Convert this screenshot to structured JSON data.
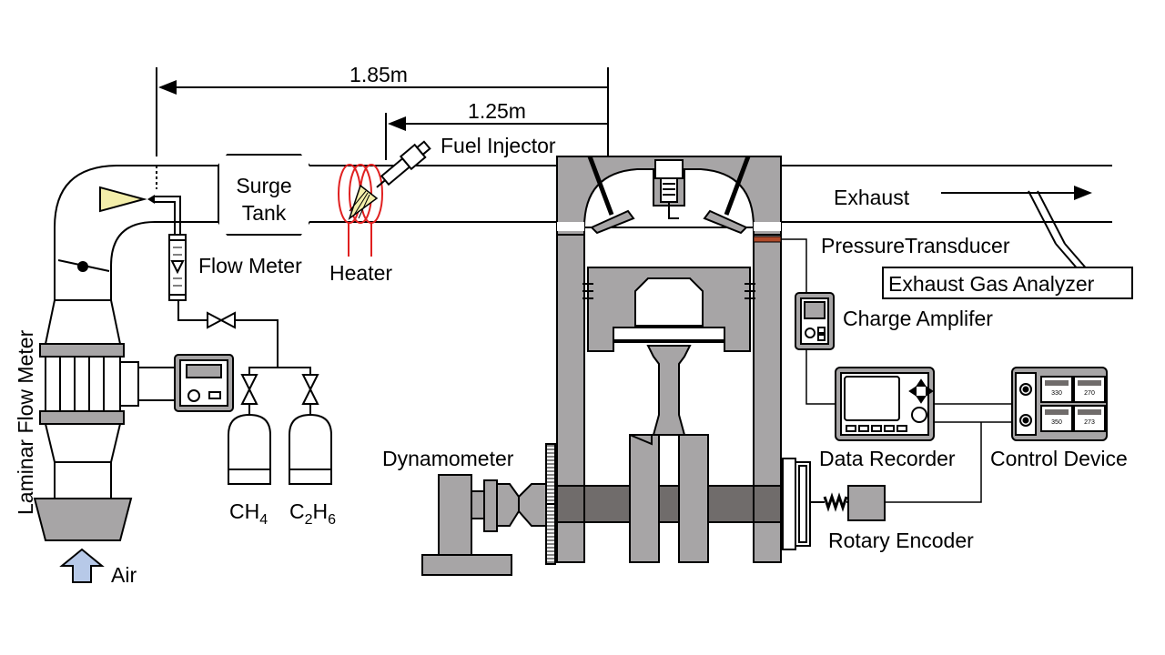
{
  "dimensions": {
    "overall": "1.85m",
    "injector_offset": "1.25m"
  },
  "labels": {
    "fuel_injector": "Fuel Injector",
    "surge_tank_line1": "Surge",
    "surge_tank_line2": "Tank",
    "heater": "Heater",
    "flow_meter": "Flow Meter",
    "laminar_flow_meter": "Laminar Flow Meter",
    "air": "Air",
    "ch4_base": "CH",
    "ch4_sub": "4",
    "c2h6_c": "C",
    "c2h6_sub1": "2",
    "c2h6_h": "H",
    "c2h6_sub2": "6",
    "exhaust": "Exhaust",
    "pressure_transducer": "PressureTransducer",
    "exhaust_gas_analyzer": "Exhaust Gas Analyzer",
    "charge_amplifier": "Charge Amplifer",
    "data_recorder": "Data Recorder",
    "control_device": "Control Device",
    "dynamometer": "Dynamometer",
    "rotary_encoder": "Rotary Encoder"
  },
  "control_device_readouts": [
    "330",
    "270",
    "350",
    "273"
  ],
  "colors": {
    "engine_gray": "#a7a5a6",
    "dark_gray": "#706c6b",
    "heater_red": "#e02020",
    "injector_spray": "#f3eeaa",
    "pressure_transducer_band": "#b04a2a",
    "air_arrow": "#b7c9e8"
  }
}
